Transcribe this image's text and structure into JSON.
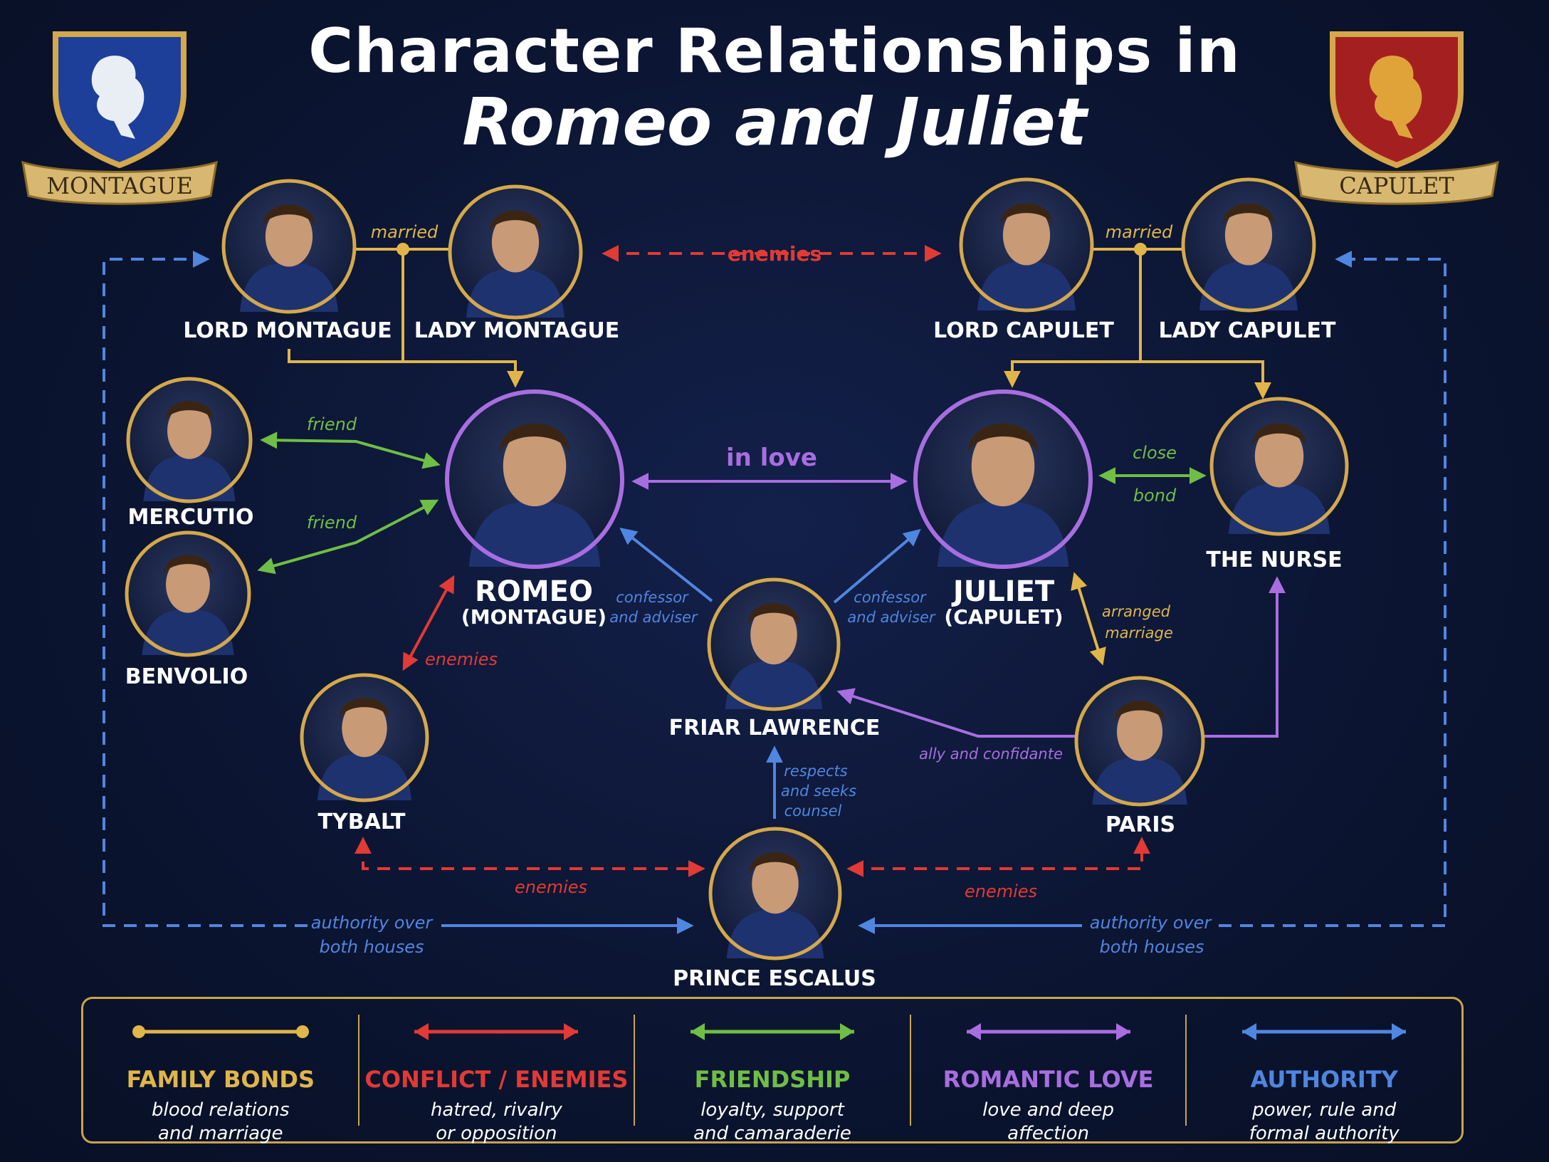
{
  "title": {
    "line1": "Character Relationships in",
    "line2": "Romeo and Juliet"
  },
  "crests": {
    "montague": "MONTAGUE",
    "capulet": "CAPULET"
  },
  "characters": {
    "lord_montague": "LORD MONTAGUE",
    "lady_montague": "LADY MONTAGUE",
    "lord_capulet": "LORD CAPULET",
    "lady_capulet": "LADY CAPULET",
    "mercutio": "MERCUTIO",
    "benvolio": "BENVOLIO",
    "romeo": "ROMEO",
    "romeo_house": "(MONTAGUE)",
    "juliet": "JULIET",
    "juliet_house": "(CAPULET)",
    "nurse": "THE NURSE",
    "friar": "FRIAR LAWRENCE",
    "tybalt": "TYBALT",
    "paris": "PARIS",
    "prince": "PRINCE ESCALUS"
  },
  "relations": {
    "married_left": "married",
    "married_right": "married",
    "enemies_top": "enemies",
    "friend_mercutio": "friend",
    "friend_benvolio": "friend",
    "in_love": "in love",
    "close_bond_1": "close",
    "close_bond_2": "bond",
    "confessor_left_1": "confessor",
    "confessor_left_2": "and adviser",
    "confessor_right_1": "confessor",
    "confessor_right_2": "and adviser",
    "enemies_romeo_tybalt": "enemies",
    "arranged_1": "arranged",
    "arranged_2": "marriage",
    "ally": "ally and confidante",
    "respects_1": "respects",
    "respects_2": "and seeks",
    "respects_3": "counsel",
    "enemies_tybalt_prince": "enemies",
    "enemies_paris_prince": "enemies",
    "authority_left_1": "authority over",
    "authority_left_2": "both houses",
    "authority_right_1": "authority over",
    "authority_right_2": "both houses"
  },
  "colors": {
    "family": "#e0b54a",
    "conflict": "#e23a34",
    "friendship": "#6fbe45",
    "romance": "#a86ee0",
    "authority": "#4f86e0",
    "portrait_ring": "#d4a84b"
  },
  "legend": [
    {
      "title": "FAMILY BONDS",
      "desc": "blood relations\nand marriage",
      "color": "#e0b54a",
      "style": "dots"
    },
    {
      "title": "CONFLICT / ENEMIES",
      "desc": "hatred, rivalry\nor opposition",
      "color": "#e23a34",
      "style": "arrows"
    },
    {
      "title": "FRIENDSHIP",
      "desc": "loyalty, support\nand camaraderie",
      "color": "#6fbe45",
      "style": "arrows"
    },
    {
      "title": "ROMANTIC LOVE",
      "desc": "love and deep\naffection",
      "color": "#a86ee0",
      "style": "arrows"
    },
    {
      "title": "AUTHORITY",
      "desc": "power, rule and\nformal authority",
      "color": "#4f86e0",
      "style": "arrows"
    }
  ]
}
